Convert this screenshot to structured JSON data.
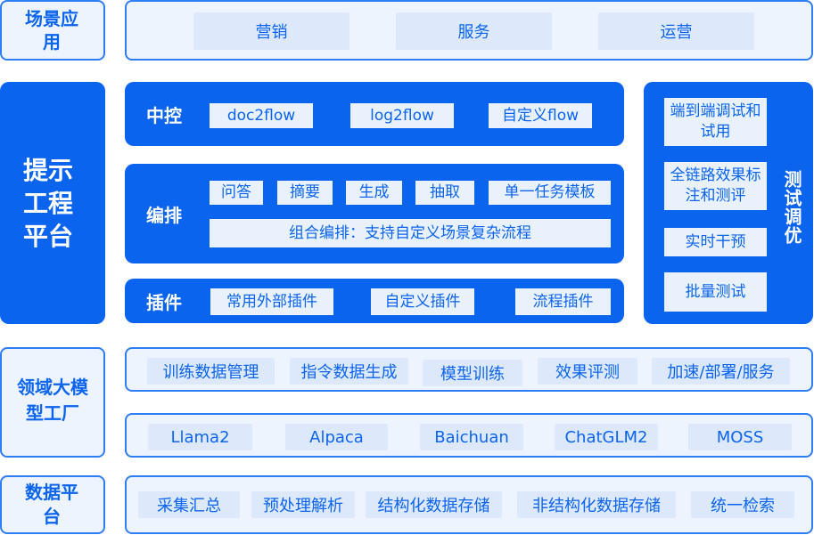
{
  "scene": {
    "title": "场景应用",
    "items": [
      "营销",
      "服务",
      "运营"
    ]
  },
  "prompt_platform": {
    "title": "提示工程平台",
    "control": {
      "label": "中控",
      "items": [
        "doc2flow",
        "log2flow",
        "自定义flow"
      ]
    },
    "orchestration": {
      "label": "编排",
      "items": [
        "问答",
        "摘要",
        "生成",
        "抽取",
        "单一任务模板"
      ],
      "combined": "组合编排：支持自定义场景复杂流程"
    },
    "plugins": {
      "label": "插件",
      "items": [
        "常用外部插件",
        "自定义插件",
        "流程插件"
      ]
    },
    "testing": {
      "label": "测试调优",
      "items": [
        "端到端调试和试用",
        "全链路效果标注和测评",
        "实时干预",
        "批量测试"
      ]
    }
  },
  "model_factory": {
    "title": "领域大模型工厂",
    "process": [
      "训练数据管理",
      "指令数据生成",
      "模型训练",
      "效果评测",
      "加速/部署/服务"
    ],
    "models": [
      "Llama2",
      "Alpaca",
      "Baichuan",
      "ChatGLM2",
      "MOSS"
    ]
  },
  "data_platform": {
    "title": "数据平台",
    "items": [
      "采集汇总",
      "预处理解析",
      "结构化数据存储",
      "非结构化数据存储",
      "统一检索"
    ]
  },
  "colors": {
    "primary": "#0a64ee",
    "light_bg": "#eef4fd",
    "chip_bg": "#dde9fb"
  }
}
